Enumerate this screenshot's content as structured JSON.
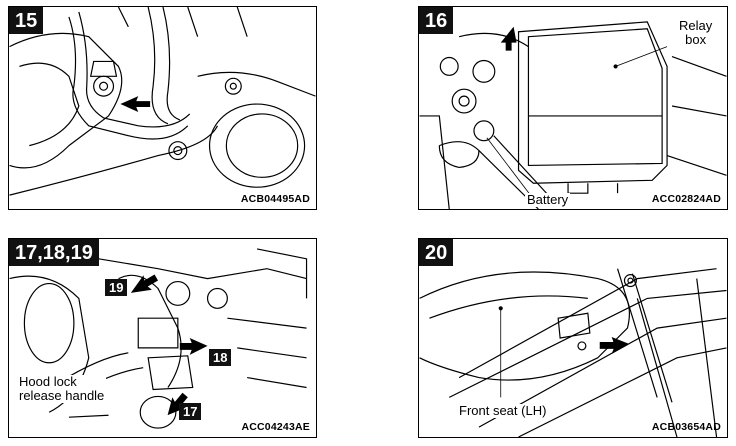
{
  "panels": [
    {
      "step": "15",
      "code": "ACB04495AD"
    },
    {
      "step": "16",
      "code": "ACC02824AD",
      "labels": {
        "relay_box": "Relay\nbox",
        "battery": "Battery"
      }
    },
    {
      "step": "17,18,19",
      "code": "ACC04243AE",
      "labels": {
        "hood_lock": "Hood lock\nrelease handle"
      },
      "callouts": {
        "c17": "17",
        "c18": "18",
        "c19": "19"
      }
    },
    {
      "step": "20",
      "code": "ACB03654AD",
      "labels": {
        "front_seat": "Front seat (LH)"
      }
    }
  ]
}
